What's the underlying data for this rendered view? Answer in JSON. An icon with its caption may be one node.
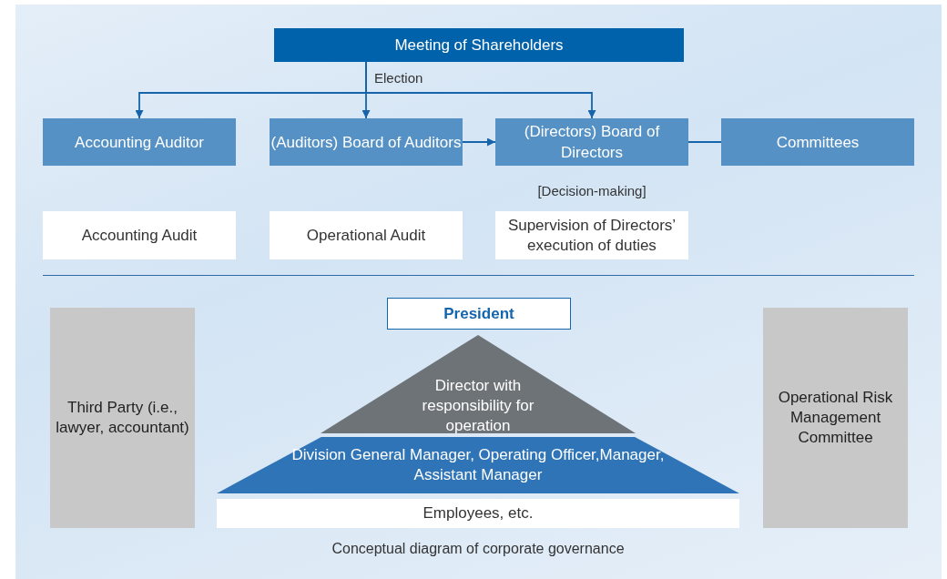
{
  "diagram": {
    "caption": "Conceptual diagram of corporate governance",
    "nodes": [
      {
        "text": [
          "Meeting of Shareholders"
        ]
      },
      {
        "text": [
          "Accounting Auditor"
        ]
      },
      {
        "text": [
          "(Auditors) Board of Auditors"
        ]
      },
      {
        "text": [
          "(Directors) Board of Directors"
        ],
        "beside": [
          "[Decision-making]"
        ]
      },
      {
        "text": [
          "Committees"
        ]
      },
      {
        "text": [
          "Accounting Audit"
        ]
      },
      {
        "text": [
          "Operational Audit"
        ]
      },
      {
        "text": [
          "Supervision of Directors’ execution of duties"
        ]
      },
      {
        "text": [
          "President"
        ]
      },
      {
        "text": [
          "Director with responsibility for operation"
        ]
      },
      {
        "text": [
          "Division General Manager, Operating Officer,Manager, Assistant Manager"
        ]
      },
      {
        "text": [
          "Employees, etc."
        ]
      },
      {
        "text": [
          "Third Party (i.e., lawyer, accountant)"
        ]
      },
      {
        "text": [
          "Operational Risk Management Committee"
        ]
      }
    ],
    "edges": [
      {
        "from": 0,
        "to": 1,
        "arrow": "to"
      },
      {
        "from": 0,
        "to": 2,
        "arrow": "to",
        "label": "Election"
      },
      {
        "from": 0,
        "to": 3,
        "arrow": "to"
      },
      {
        "from": 2,
        "to": 3,
        "arrow": "to"
      },
      {
        "from": 3,
        "to": 4,
        "arrow": "none"
      }
    ]
  }
}
